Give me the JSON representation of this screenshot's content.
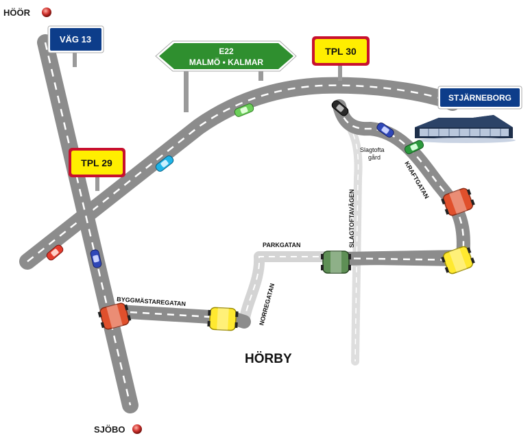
{
  "towns": {
    "hoor": "HÖÖR",
    "sjobo": "SJÖBO",
    "horby": "HÖRBY"
  },
  "signs": {
    "vag13": "VÄG 13",
    "e22_line1": "E22",
    "e22_line2": "MALMÖ • KALMAR",
    "tpl30": "TPL 30",
    "tpl29": "TPL 29",
    "stjarneborg": "STJÄRNEBORG"
  },
  "streets": {
    "parkgatan": "PARKGATAN",
    "byggmastaregatan": "BYGGMÄSTAREGATAN",
    "norregatan": "NORREGATAN",
    "slagtoftavagen": "SLAGTOFTAVÄGEN",
    "kraftgatan": "KRAFTGATAN"
  },
  "places": {
    "slagtofta_line1": "Slagtofta",
    "slagtofta_line2": "gård"
  },
  "colors": {
    "road": "#8c8c8c",
    "road_light": "#d9d9d9",
    "sign_blue": "#0d3d8a",
    "sign_green": "#2f8f2f",
    "sign_yellow": "#ffee00",
    "sign_red_border": "#c8102e",
    "marker_red": "#d0312d"
  }
}
